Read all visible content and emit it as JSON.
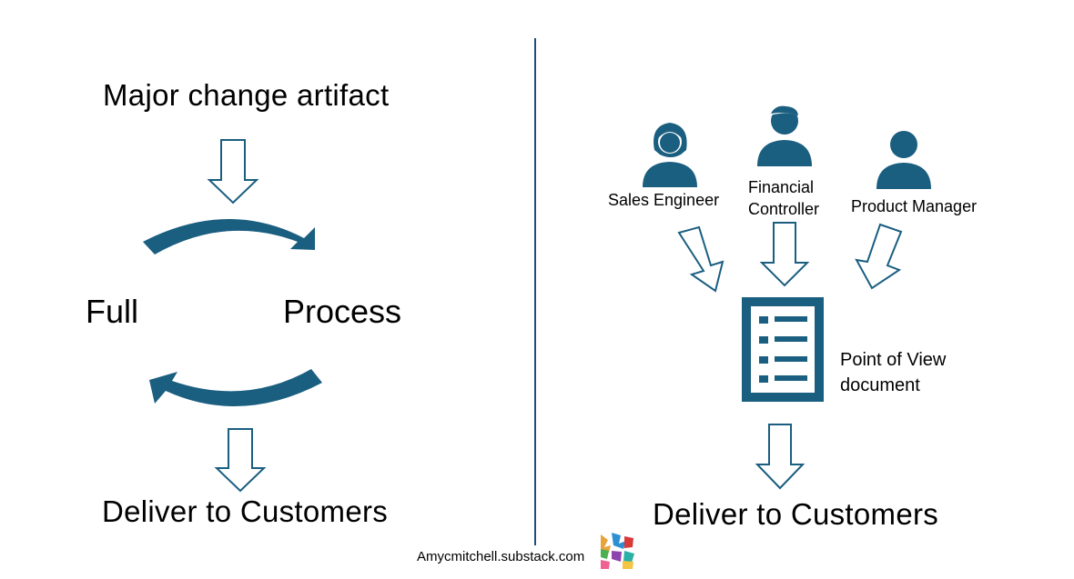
{
  "left_panel": {
    "top_label": "Major change artifact",
    "cycle_left_label": "Full",
    "cycle_right_label": "Process",
    "bottom_label": "Deliver to Customers"
  },
  "right_panel": {
    "roles": [
      {
        "label": "Sales Engineer"
      },
      {
        "label_line1": "Financial",
        "label_line2": "Controller"
      },
      {
        "label": "Product Manager"
      }
    ],
    "document_label_line1": "Point of View",
    "document_label_line2": "document",
    "bottom_label": "Deliver to Customers"
  },
  "footer": {
    "credit": "Amycmitchell.substack.com"
  },
  "colors": {
    "accent": "#1a5e80",
    "divider": "#1f4e79",
    "outline_arrow": "#1a5e80"
  }
}
